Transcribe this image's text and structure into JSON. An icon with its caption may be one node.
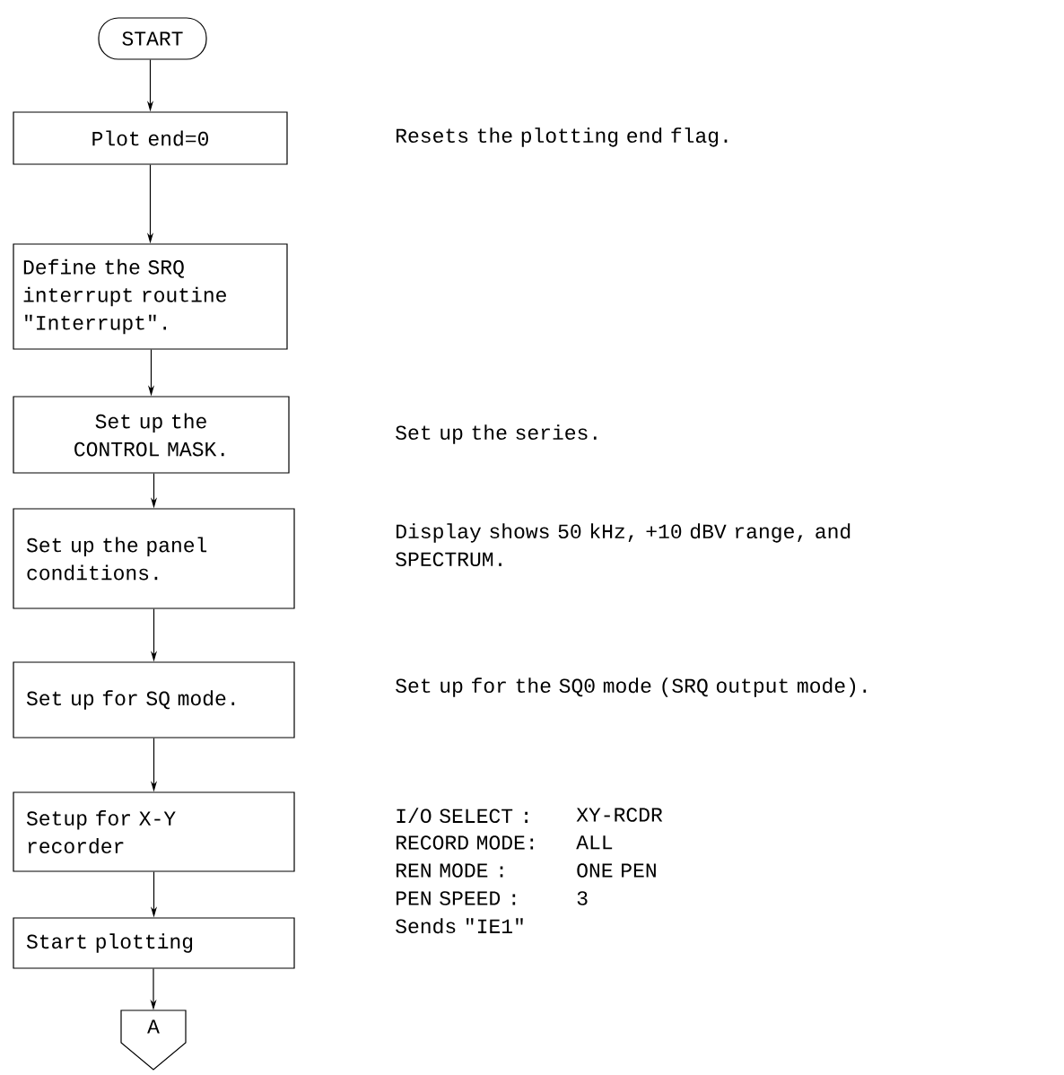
{
  "diagram": {
    "nodes": [
      {
        "text": [
          "START"
        ]
      },
      {
        "text": [
          "Plot end=0"
        ]
      },
      {
        "text": [
          "Define the SRQ interrupt routine \"Interrupt\"."
        ]
      },
      {
        "text": [
          "Set up the CONTROL MASK."
        ]
      },
      {
        "text": [
          "Set up the panel conditions."
        ]
      },
      {
        "text": [
          "Set up for SQ mode."
        ]
      },
      {
        "text": [
          "Setup for X-Y recorder"
        ]
      },
      {
        "text": [
          "Start plotting"
        ]
      },
      {
        "text": [
          "A"
        ]
      }
    ],
    "edges": [
      {
        "from": 0,
        "to": 1,
        "arrow": "to"
      },
      {
        "from": 1,
        "to": 2,
        "arrow": "to"
      },
      {
        "from": 2,
        "to": 3,
        "arrow": "to"
      },
      {
        "from": 3,
        "to": 4,
        "arrow": "to"
      },
      {
        "from": 4,
        "to": 5,
        "arrow": "to"
      },
      {
        "from": 5,
        "to": 6,
        "arrow": "to"
      },
      {
        "from": 6,
        "to": 7,
        "arrow": "to"
      },
      {
        "from": 7,
        "to": 8,
        "arrow": "to"
      }
    ],
    "labels": [
      "Resets the plotting end flag.",
      "Set up the series.",
      "Display shows 50 kHz, +10 dBV range, and SPECTRUM.",
      "Set up for the SQ0 mode (SRQ output mode).",
      "I/O SELECT :",
      "XY-RCDR",
      "RECORD MODE:",
      "ALL",
      "REN MODE :",
      "ONE PEN",
      "PEN SPEED :",
      "3",
      "Sends \"IE1\""
    ]
  }
}
